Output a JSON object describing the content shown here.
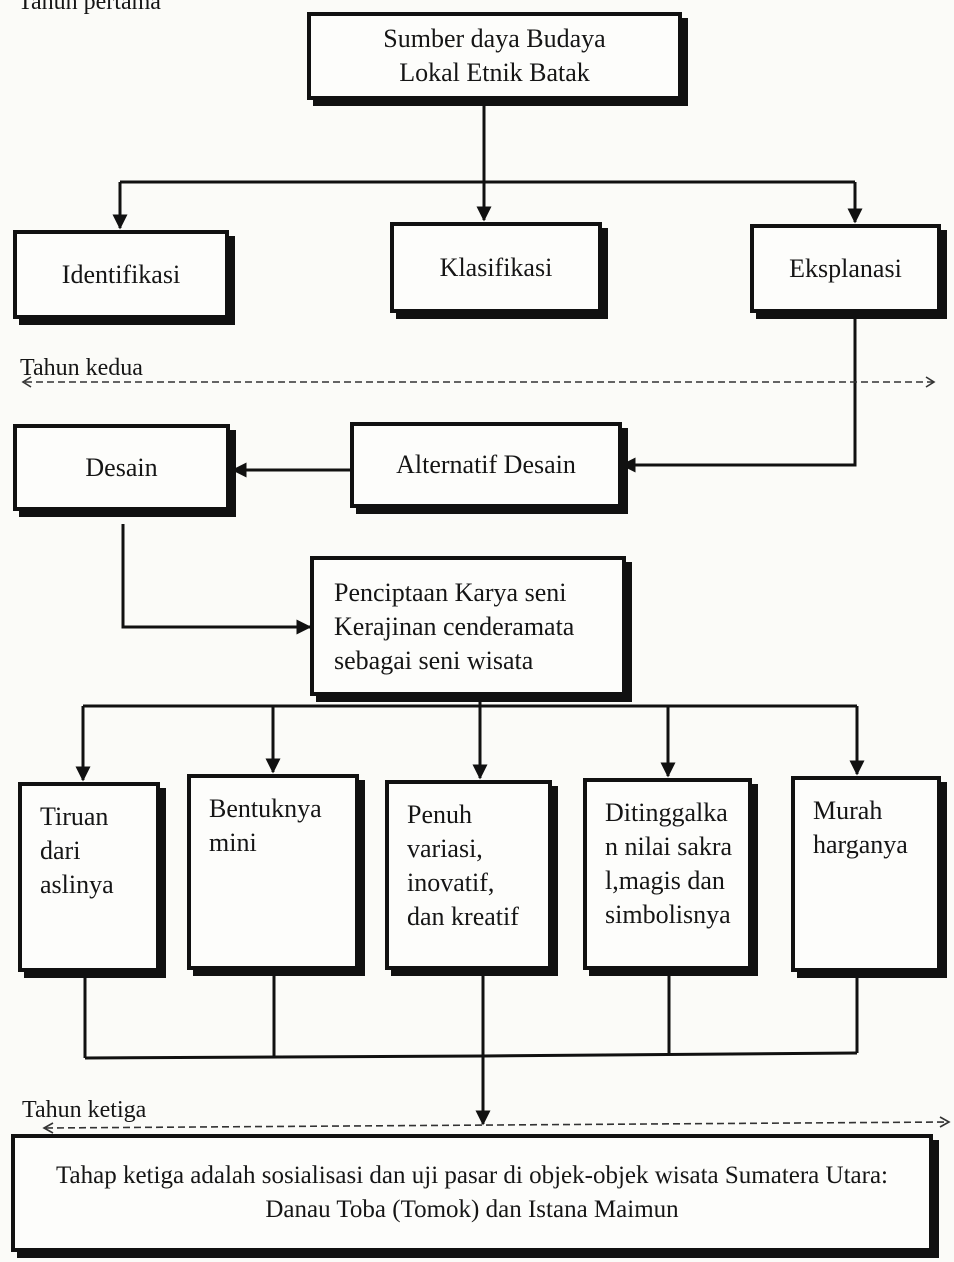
{
  "stages": {
    "year1": "Tahun pertama",
    "year2": "Tahun kedua",
    "year3": "Tahun ketiga"
  },
  "nodes": {
    "source": "Sumber daya Budaya Lokal Etnik Batak",
    "identification": "Identifikasi",
    "classification": "Klasifikasi",
    "explanation": "Eksplanasi",
    "design": "Desain",
    "alternative_design": "Alternatif Desain",
    "creation": "Penciptaan Karya seni Kerajinan cenderamata sebagai seni wisata",
    "characteristics": [
      "Tiruan dari aslinya",
      "Bentuknya mini",
      "Penuh variasi, inovatif, dan kreatif",
      "Ditinggalkan nilai sakral,magis dan simbolisnya",
      "Murah harganya"
    ],
    "final": "Tahap ketiga adalah sosialisasi dan uji pasar di objek-objek wisata Sumatera Utara: Danau Toba (Tomok) dan Istana Maimun"
  }
}
